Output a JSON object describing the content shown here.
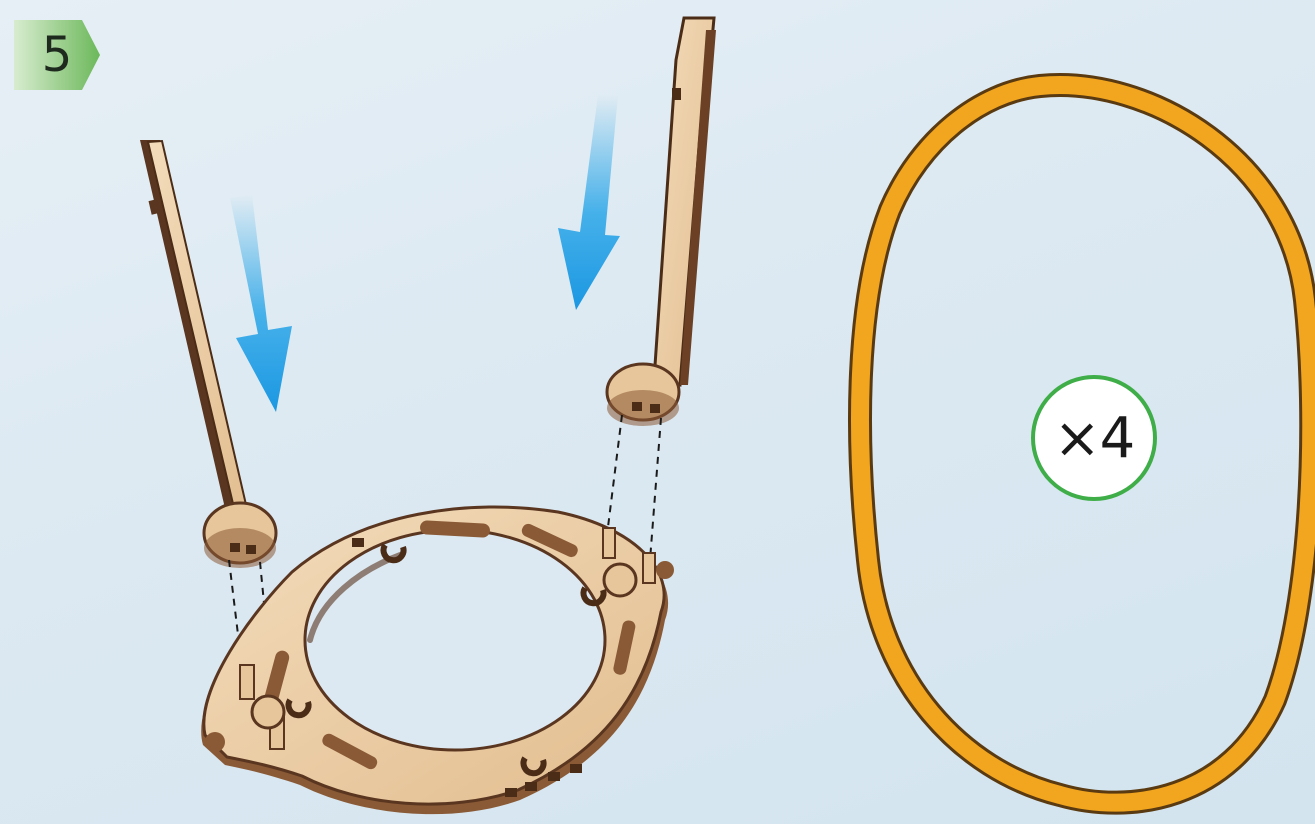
{
  "step": {
    "number": "5"
  },
  "quantity": {
    "label": "×4"
  },
  "parts": {
    "left_rod": "wooden-rod",
    "right_rod": "wooden-rod",
    "base": "wooden-ring-base",
    "band": "rubber-band"
  },
  "colors": {
    "background": "#dce9f2",
    "badge_green": "#7cc068",
    "arrow_blue": "#2aa6e8",
    "wood": "#e8c9a0",
    "wood_edge": "#5a3620",
    "band": "#f2a51e",
    "qty_ring": "#3fae49"
  }
}
